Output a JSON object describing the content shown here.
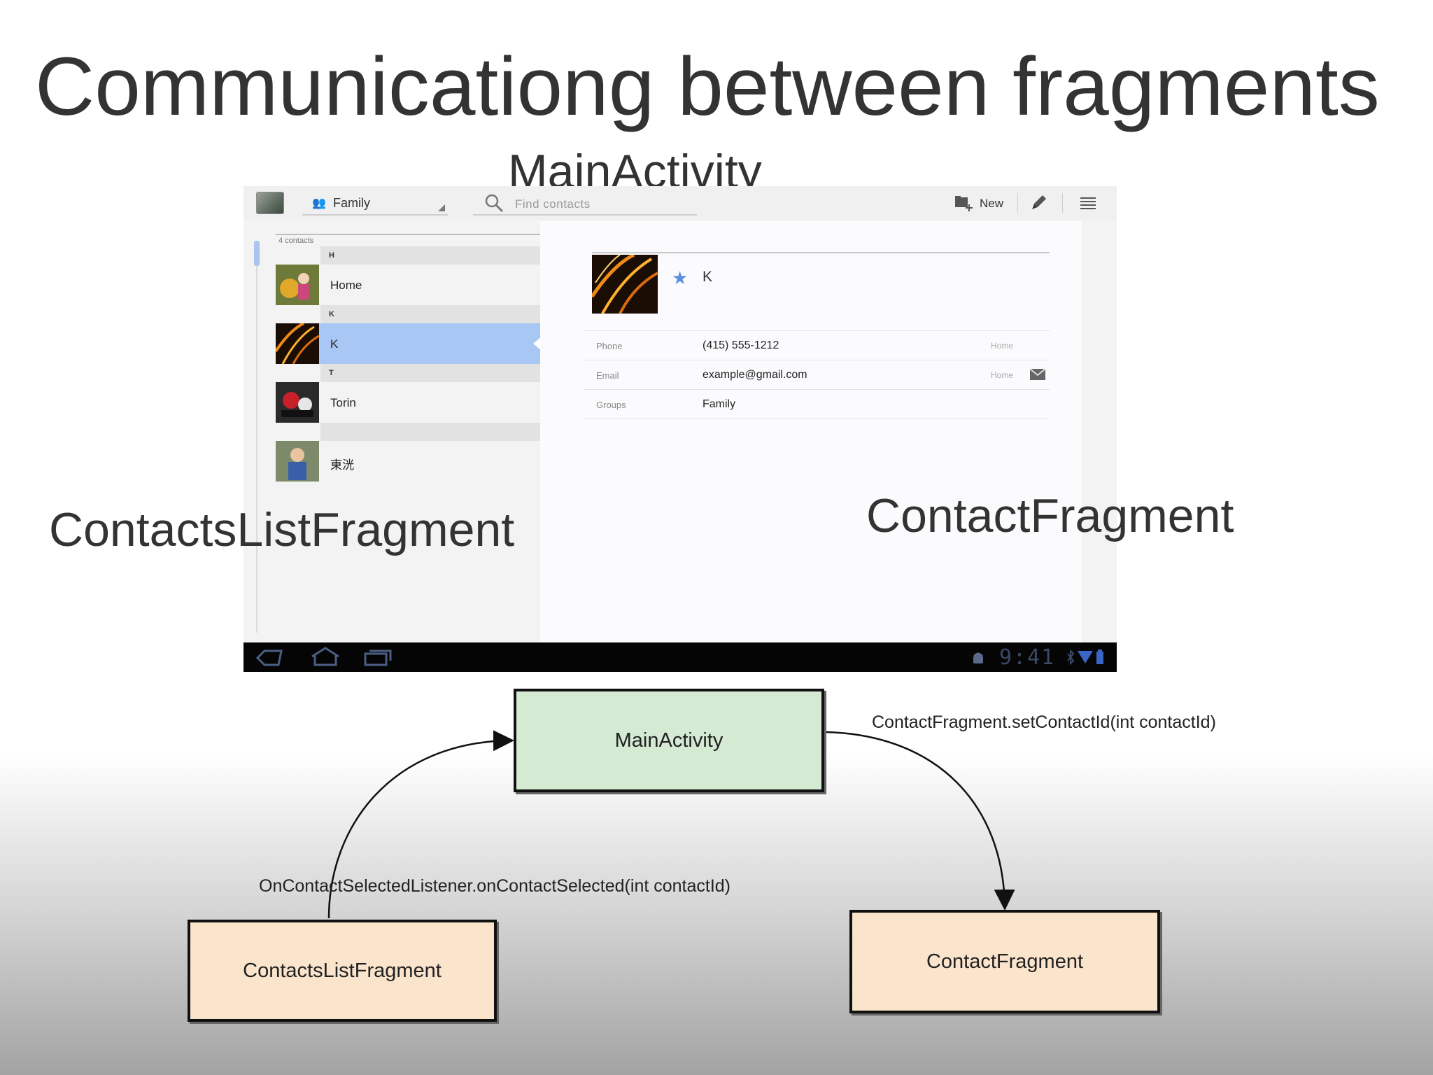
{
  "slide": {
    "title": "Communicationg between fragments",
    "label_main": "MainActivity",
    "label_list": "ContactsListFragment",
    "label_contact": "ContactFragment"
  },
  "tablet": {
    "actionbar": {
      "group_spinner": "Family",
      "search_placeholder": "Find contacts",
      "new_label": "New"
    },
    "list": {
      "count": "4 contacts",
      "sections": [
        {
          "header": "H",
          "name": "Home"
        },
        {
          "header": "K",
          "name": "K"
        },
        {
          "header": "T",
          "name": "Torin"
        },
        {
          "header": "",
          "name": "東洸"
        }
      ],
      "selected": "K"
    },
    "detail": {
      "name": "K",
      "rows": [
        {
          "key": "Phone",
          "value": "(415) 555-1212",
          "type": "Home"
        },
        {
          "key": "Email",
          "value": "example@gmail.com",
          "type": "Home"
        },
        {
          "key": "Groups",
          "value": "Family",
          "type": ""
        }
      ]
    },
    "statusbar": {
      "clock": "9:41"
    }
  },
  "diagram": {
    "nodes": {
      "main": "MainActivity",
      "list": "ContactsListFragment",
      "contact": "ContactFragment"
    },
    "edges": {
      "list_to_main": "OnContactSelectedListener.onContactSelected(int contactId)",
      "main_to_contact": "ContactFragment.setContactId(int contactId)"
    }
  },
  "colors": {
    "main_box": "#d5ead3",
    "fragment_box": "#fae4cb",
    "selection": "#a9c7f4",
    "star": "#5d8fe0"
  }
}
